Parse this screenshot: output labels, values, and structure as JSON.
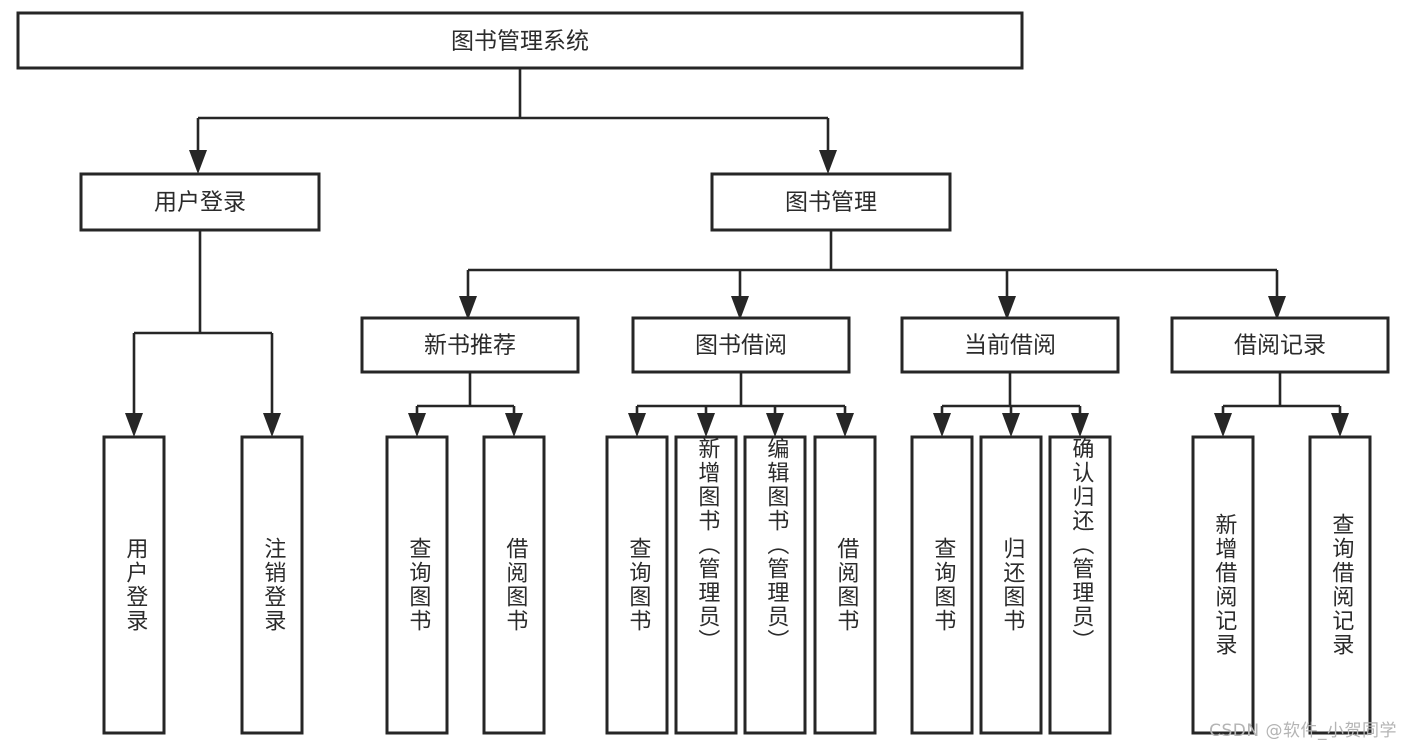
{
  "diagram": {
    "type": "tree",
    "title": "图书管理系统",
    "colors": {
      "box_stroke": "#262626",
      "box_fill": "#ffffff",
      "connector": "#262626",
      "text": "#2b2b2b",
      "watermark": "#b4b4b4",
      "background": "#ffffff"
    },
    "root": {
      "label": "图书管理系统"
    },
    "level1": [
      {
        "label": "用户登录"
      },
      {
        "label": "图书管理"
      }
    ],
    "level2": [
      {
        "label": "新书推荐"
      },
      {
        "label": "图书借阅"
      },
      {
        "label": "当前借阅"
      },
      {
        "label": "借阅记录"
      }
    ],
    "leaves": {
      "user_login": [
        {
          "label": "用户登录"
        },
        {
          "label": "注销登录"
        }
      ],
      "new_book_recommend": [
        {
          "label": "查询图书"
        },
        {
          "label": "借阅图书"
        }
      ],
      "book_borrow": [
        {
          "label": "查询图书"
        },
        {
          "label": "新增图书（管理员）"
        },
        {
          "label": "编辑图书（管理员）"
        },
        {
          "label": "借阅图书"
        }
      ],
      "current_borrow": [
        {
          "label": "查询图书"
        },
        {
          "label": "归还图书"
        },
        {
          "label": "确认归还（管理员）"
        }
      ],
      "borrow_record": [
        {
          "label": "新增借阅记录"
        },
        {
          "label": "查询借阅记录"
        }
      ]
    }
  },
  "watermark": {
    "text": "CSDN @软件_小贺同学"
  }
}
